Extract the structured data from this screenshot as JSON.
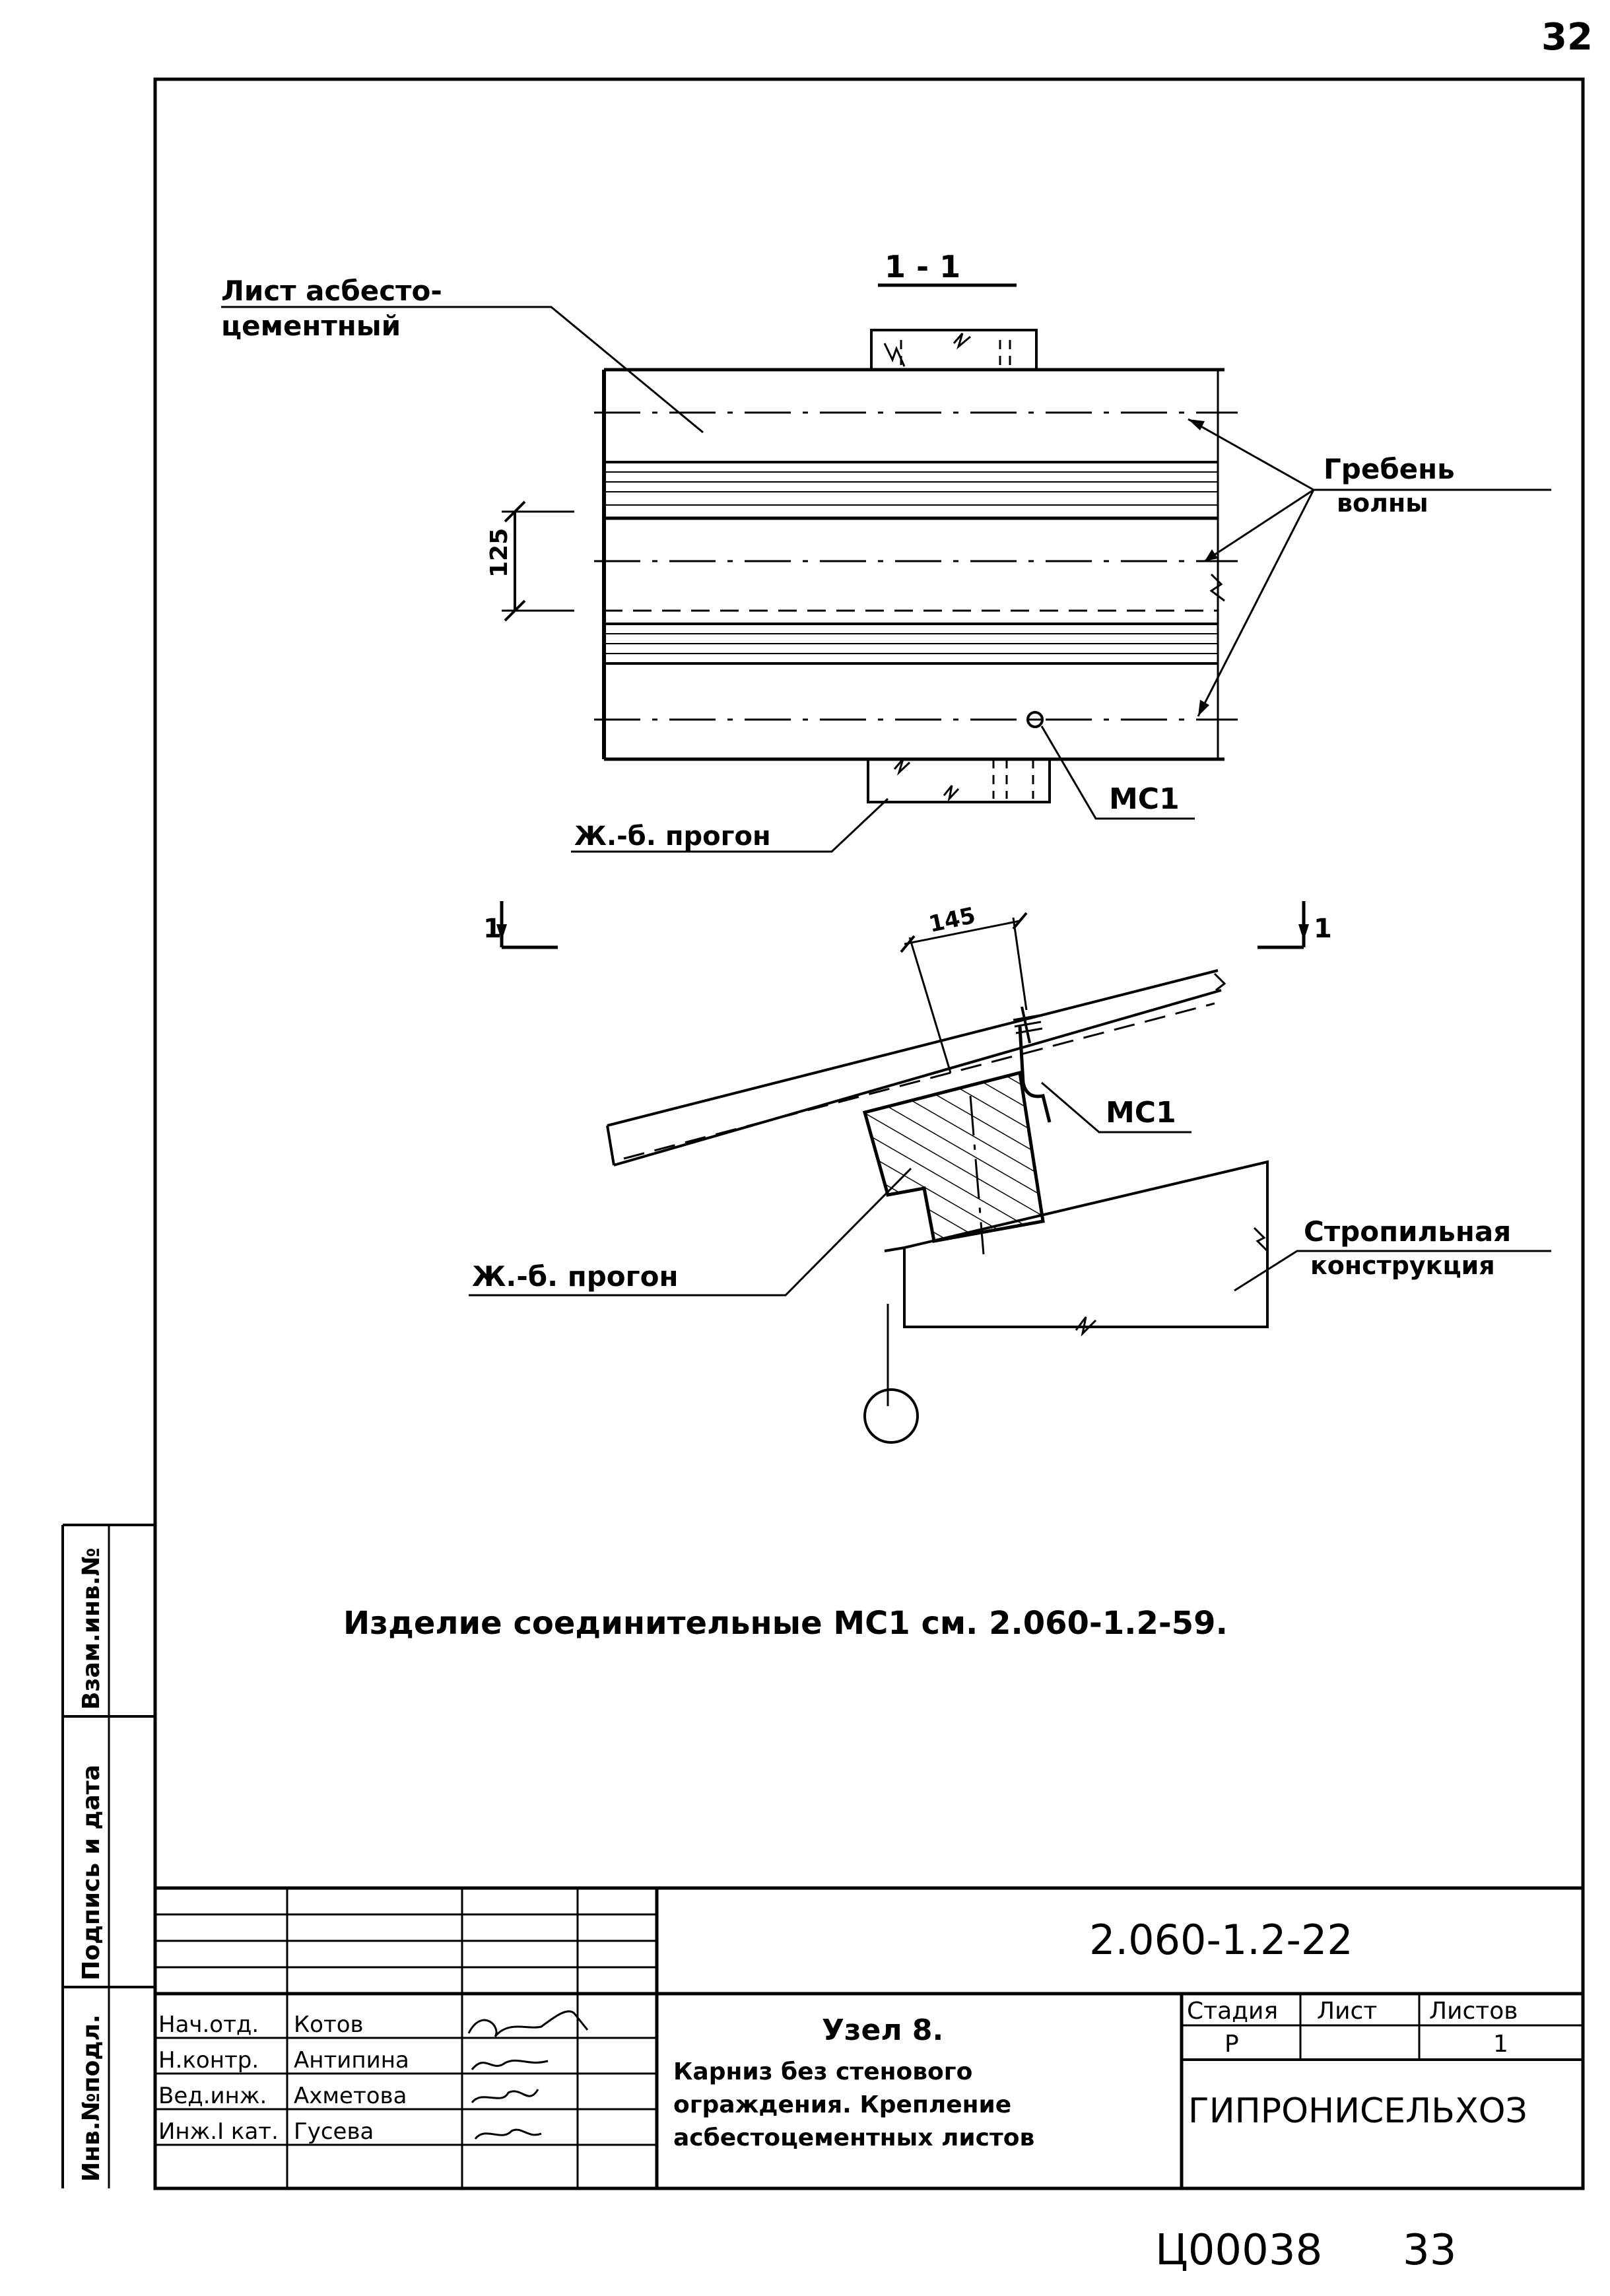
{
  "page_number": "32",
  "section": {
    "label": "1 - 1",
    "annotations": {
      "sheet": "Лист асбесто-",
      "sheet_2": "цементный",
      "ridge": "Гребень",
      "ridge_2": "волны",
      "dim_125": "125",
      "purlin": "Ж.-б. прогон",
      "connector": "МС1"
    }
  },
  "node": {
    "cut_mark_left": "1",
    "cut_mark_right": "1",
    "dim_145": "145",
    "connector": "МС1",
    "purlin": "Ж.-б. прогон",
    "rafter": "Стропильная",
    "rafter_2": "конструкция"
  },
  "note": "Изделие соединительные МС1 см. 2.060-1.2-59.",
  "side_stamp": {
    "inv_swap": "Взам.инв.№",
    "sign_date": "Подпись и дата",
    "inv_orig": "Инв.№подл."
  },
  "title_block": {
    "doc_code": "2.060-1.2-22",
    "title_1": "Узел 8.",
    "title_2": "Карниз без стенового",
    "title_3": "ограждения. Крепление",
    "title_4": "асбестоцементных листов",
    "stage_h": "Стадия",
    "sheet_h": "Лист",
    "sheets_h": "Листов",
    "stage": "Р",
    "sheets": "1",
    "org": "ГИПРОНИСЕЛЬХОЗ",
    "people": [
      {
        "role": "Нач.отд.",
        "name": "Котов"
      },
      {
        "role": "Н.контр.",
        "name": "Антипина"
      },
      {
        "role": "Вед.инж.",
        "name": "Ахметова"
      },
      {
        "role": "Инж.I кат.",
        "name": "Гусева"
      }
    ]
  },
  "footer": {
    "code": "Ц00038",
    "page": "33"
  }
}
